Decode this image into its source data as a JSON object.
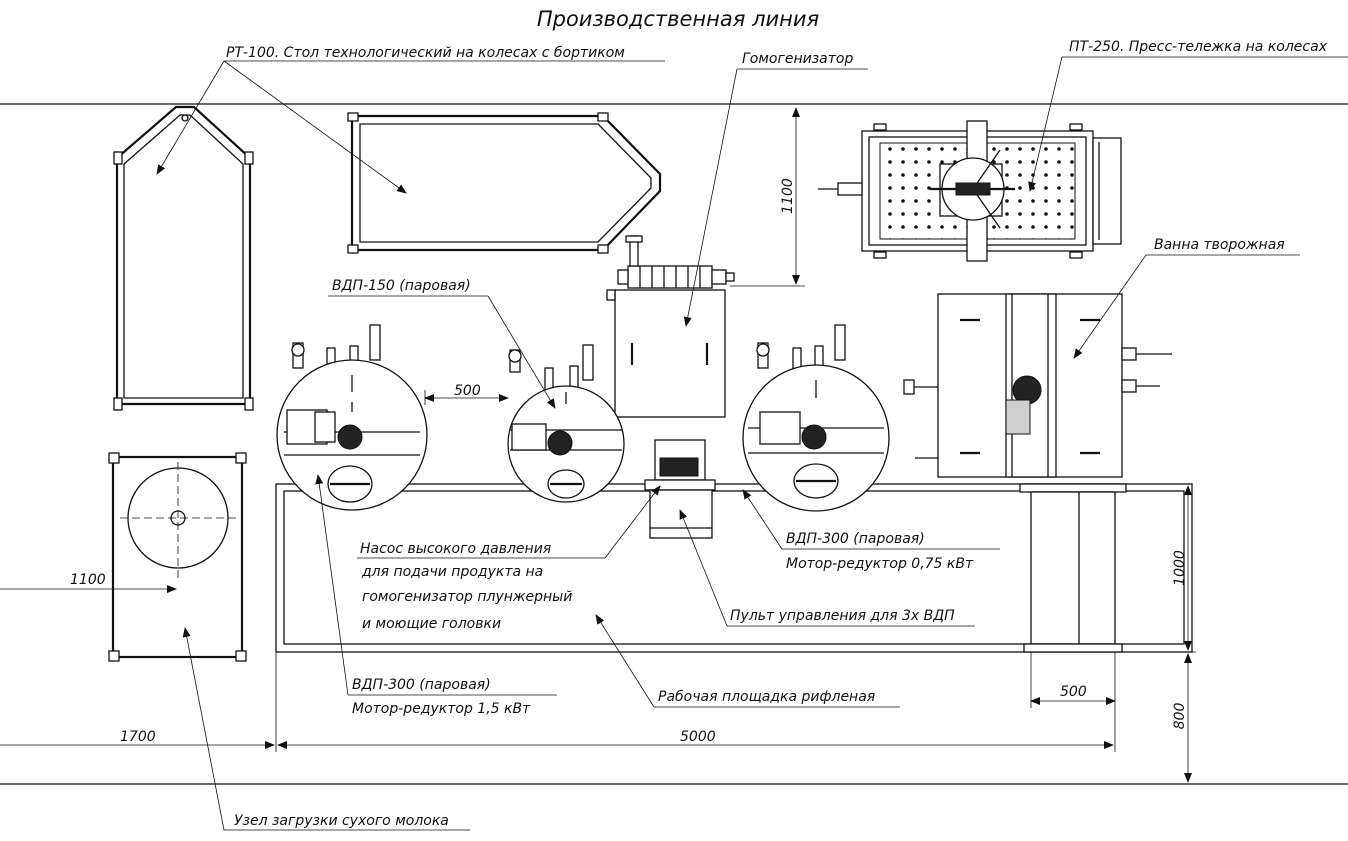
{
  "title": "Производственная линия",
  "labels": {
    "rt100": "РТ-100. Стол технологический на колесах с бортиком",
    "homogenizer": "Гомогенизатор",
    "pt250": "ПТ-250. Пресс-тележка на колесах",
    "curd_bath": "Ванна творожная",
    "vdp150": "ВДП-150 (паровая)",
    "pump_l1": "Насос высокого давления",
    "pump_l2": "для подачи продукта на",
    "pump_l3": "гомогенизатор плунжерный",
    "pump_l4": "и моющие головки",
    "vdp300_right_l1": "ВДП-300 (паровая)",
    "vdp300_right_l2": "Мотор-редуктор 0,75 кВт",
    "control_panel": "Пульт управления для 3х ВДП",
    "vdp300_left_l1": "ВДП-300 (паровая)",
    "vdp300_left_l2": "Мотор-редуктор 1,5 кВт",
    "platform": "Рабочая площадка рифленая",
    "powder_unit": "Узел загрузки сухого молока"
  },
  "dimensions": {
    "d_1100_top": "1100",
    "d_500_gap": "500",
    "d_1100_left": "1100",
    "d_1000": "1000",
    "d_500_base": "500",
    "d_800": "800",
    "d_1700": "1700",
    "d_5000": "5000"
  }
}
